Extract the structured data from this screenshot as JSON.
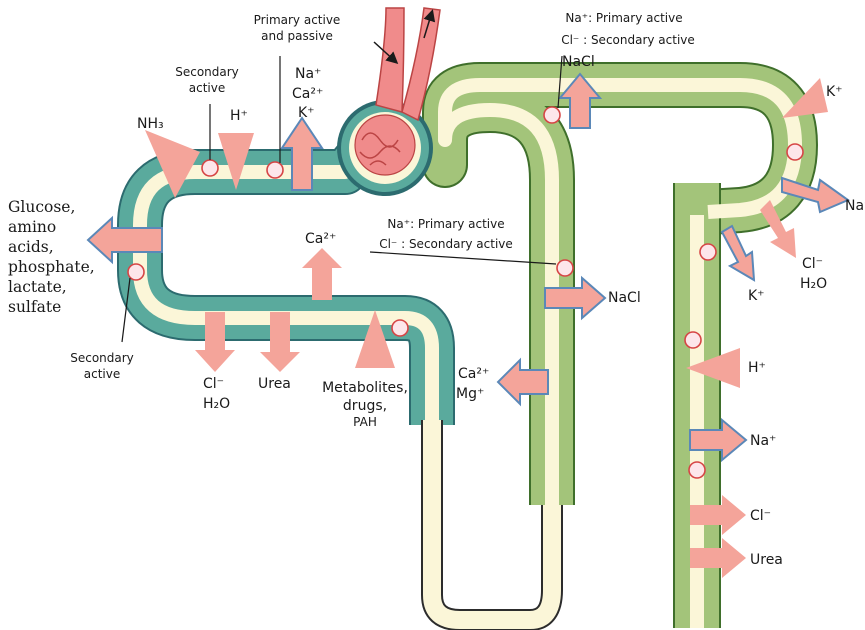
{
  "labels": {
    "secondary_active_word1": "Secondary",
    "secondary_active_word2": "active",
    "primary_active_and_passive_1": "Primary active",
    "primary_active_and_passive_2": "and passive",
    "na_plus": "Na⁺",
    "ca2": "Ca²⁺",
    "k_plus": "K⁺",
    "nh3": "NH₃",
    "h_plus": "H⁺",
    "glucose": "Glucose,",
    "amino": "amino",
    "acids": "acids,",
    "phosphate": "phosphate,",
    "lactate": "lactate,",
    "sulfate": "sulfate",
    "cl_minus": "Cl⁻",
    "h2o": "H₂O",
    "urea": "Urea",
    "metabolites": "Metabolites,",
    "drugs": "drugs,",
    "pah": "PAH",
    "na_primary_active": "Na⁺: Primary active",
    "cl_secondary_active": "Cl⁻ : Secondary active",
    "nacl": "NaCl",
    "mg_plus": "Mg⁺"
  },
  "colors": {
    "proximal_tubule": "#5aaa9d",
    "distal_tubule": "#a3c47a",
    "lumen": "#fbf6d8",
    "arrow_fill": "#f4a49a",
    "arrow_outline": "#5b88b8",
    "pump": "#d64545"
  }
}
